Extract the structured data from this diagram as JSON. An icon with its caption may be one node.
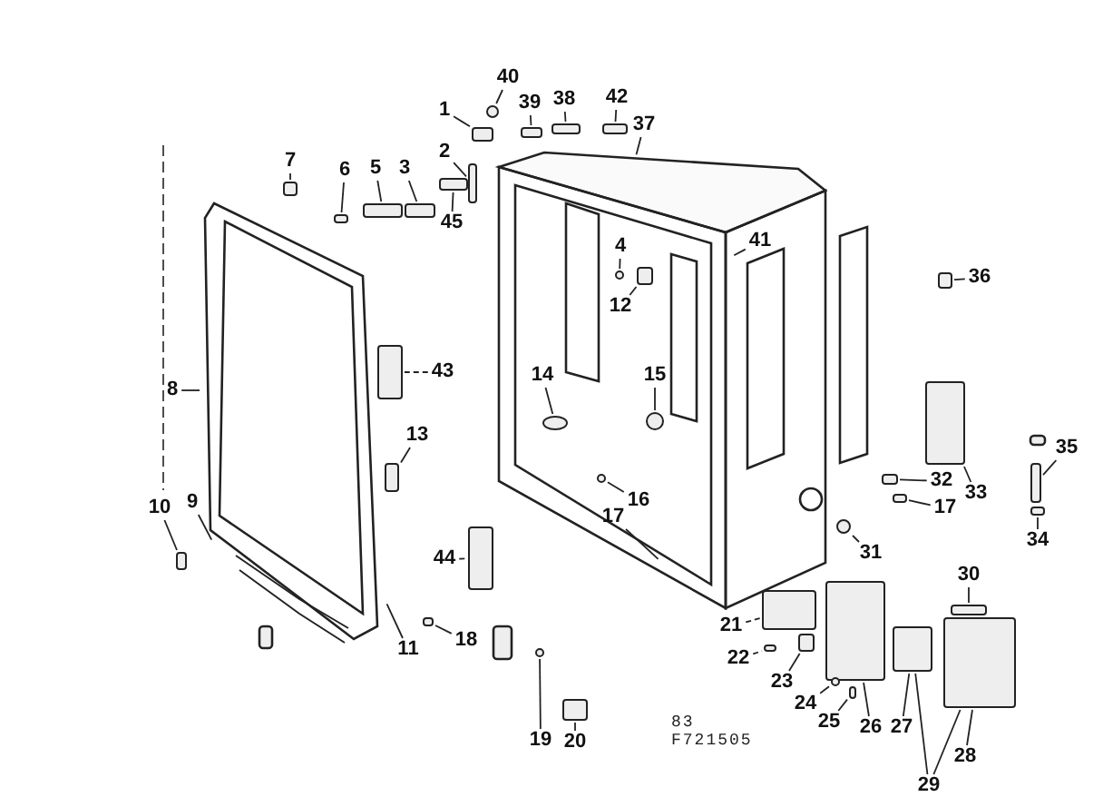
{
  "diagram": {
    "nodes": [
      {
        "text": [
          "40"
        ]
      },
      {
        "text": [
          "1"
        ]
      },
      {
        "text": [
          "39"
        ]
      },
      {
        "text": [
          "38"
        ]
      },
      {
        "text": [
          "42"
        ]
      },
      {
        "text": [
          "37"
        ]
      },
      {
        "text": [
          "2"
        ]
      },
      {
        "text": [
          "7"
        ]
      },
      {
        "text": [
          "6"
        ]
      },
      {
        "text": [
          "5"
        ]
      },
      {
        "text": [
          "3"
        ]
      },
      {
        "text": [
          "45"
        ]
      },
      {
        "text": [
          "41"
        ]
      },
      {
        "text": [
          "4"
        ]
      },
      {
        "text": [
          "36"
        ]
      },
      {
        "text": [
          "12"
        ]
      },
      {
        "text": [
          "43"
        ]
      },
      {
        "text": [
          "14"
        ]
      },
      {
        "text": [
          "15"
        ]
      },
      {
        "text": [
          "8"
        ]
      },
      {
        "text": [
          "13"
        ]
      },
      {
        "text": [
          "35"
        ]
      },
      {
        "text": [
          "33"
        ]
      },
      {
        "text": [
          "16"
        ]
      },
      {
        "text": [
          "9"
        ]
      },
      {
        "text": [
          "10"
        ]
      },
      {
        "text": [
          "17"
        ]
      },
      {
        "text": [
          "32"
        ]
      },
      {
        "text": [
          "17"
        ]
      },
      {
        "text": [
          "34"
        ]
      },
      {
        "text": [
          "31"
        ]
      },
      {
        "text": [
          "44"
        ]
      },
      {
        "text": [
          "30"
        ]
      },
      {
        "text": [
          "21"
        ]
      },
      {
        "text": [
          "11"
        ]
      },
      {
        "text": [
          "18"
        ]
      },
      {
        "text": [
          "22"
        ]
      },
      {
        "text": [
          "23"
        ]
      },
      {
        "text": [
          "24"
        ]
      },
      {
        "text": [
          "25"
        ]
      },
      {
        "text": [
          "26"
        ]
      },
      {
        "text": [
          "27"
        ]
      },
      {
        "text": [
          "28"
        ]
      },
      {
        "text": [
          "19"
        ]
      },
      {
        "text": [
          "20"
        ]
      },
      {
        "text": [
          "29"
        ]
      },
      {
        "text": [],
        "shape": "circle"
      },
      {
        "text": [],
        "shape": "box"
      },
      {
        "text": [],
        "shape": "box"
      },
      {
        "text": [],
        "shape": "box"
      },
      {
        "text": [],
        "shape": "box"
      },
      {
        "text": [],
        "shape": "box"
      },
      {
        "text": [],
        "shape": "box"
      },
      {
        "text": [],
        "shape": "box"
      },
      {
        "text": [],
        "shape": "box"
      },
      {
        "text": [],
        "shape": "box"
      },
      {
        "text": [],
        "shape": "box"
      },
      {
        "text": [],
        "shape": "circle"
      },
      {
        "text": [],
        "shape": "box"
      },
      {
        "text": [],
        "shape": "box"
      },
      {
        "text": [],
        "shape": "box"
      },
      {
        "text": [],
        "shape": "circle"
      },
      {
        "text": [],
        "shape": "circle"
      },
      {
        "text": [],
        "shape": "box"
      },
      {
        "text": [],
        "shape": "box"
      },
      {
        "text": [],
        "shape": "box"
      },
      {
        "text": [],
        "shape": "circle"
      },
      {
        "text": [],
        "shape": "box"
      },
      {
        "text": [],
        "shape": "box"
      },
      {
        "text": [],
        "shape": "box"
      },
      {
        "text": [],
        "shape": "box"
      },
      {
        "text": [],
        "shape": "circle"
      },
      {
        "text": [],
        "shape": "box"
      },
      {
        "text": [],
        "shape": "box"
      },
      {
        "text": [],
        "shape": "box"
      },
      {
        "text": [],
        "shape": "box"
      },
      {
        "text": [],
        "shape": "box"
      },
      {
        "text": [],
        "shape": "box"
      },
      {
        "text": [],
        "shape": "circle"
      },
      {
        "text": [],
        "shape": "box"
      },
      {
        "text": [],
        "shape": "box"
      },
      {
        "text": [],
        "shape": "box"
      },
      {
        "text": [],
        "shape": "box"
      },
      {
        "text": [],
        "shape": "circle"
      },
      {
        "text": [],
        "shape": "box"
      }
    ],
    "edges": [
      {
        "from": 0,
        "to": 46,
        "arrow": "none"
      },
      {
        "from": 1,
        "to": 47,
        "arrow": "none"
      },
      {
        "from": 2,
        "to": 48,
        "arrow": "none"
      },
      {
        "from": 3,
        "to": 49,
        "arrow": "none"
      },
      {
        "from": 4,
        "to": 50,
        "arrow": "none"
      },
      {
        "from": 5,
        "to": null,
        "arrow": "none"
      },
      {
        "from": 6,
        "to": 51,
        "arrow": "none"
      },
      {
        "from": 7,
        "to": 52,
        "arrow": "none"
      },
      {
        "from": 8,
        "to": 53,
        "arrow": "none"
      },
      {
        "from": 9,
        "to": 54,
        "arrow": "none"
      },
      {
        "from": 10,
        "to": 55,
        "arrow": "none"
      },
      {
        "from": 11,
        "to": 56,
        "arrow": "none"
      },
      {
        "from": 12,
        "to": null,
        "arrow": "none"
      },
      {
        "from": 13,
        "to": 57,
        "arrow": "none"
      },
      {
        "from": 14,
        "to": 58,
        "arrow": "none"
      },
      {
        "from": 15,
        "to": 59,
        "arrow": "none"
      },
      {
        "from": 16,
        "to": 60,
        "arrow": "none",
        "style": "dashed"
      },
      {
        "from": 17,
        "to": 61,
        "arrow": "none"
      },
      {
        "from": 18,
        "to": 62,
        "arrow": "none"
      },
      {
        "from": 19,
        "to": null,
        "arrow": "none"
      },
      {
        "from": 20,
        "to": 63,
        "arrow": "none"
      },
      {
        "from": 21,
        "to": 64,
        "arrow": "none"
      },
      {
        "from": 22,
        "to": 65,
        "arrow": "none"
      },
      {
        "from": 23,
        "to": 66,
        "arrow": "none"
      },
      {
        "from": 24,
        "to": null,
        "arrow": "none"
      },
      {
        "from": 25,
        "to": 67,
        "arrow": "none"
      },
      {
        "from": 26,
        "to": null,
        "arrow": "none"
      },
      {
        "from": 27,
        "to": 68,
        "arrow": "none"
      },
      {
        "from": 28,
        "to": 69,
        "arrow": "none"
      },
      {
        "from": 29,
        "to": 70,
        "arrow": "none"
      },
      {
        "from": 30,
        "to": 71,
        "arrow": "none"
      },
      {
        "from": 31,
        "to": 72,
        "arrow": "none",
        "style": "dashed"
      },
      {
        "from": 32,
        "to": 73,
        "arrow": "none"
      },
      {
        "from": 33,
        "to": 74,
        "arrow": "none",
        "style": "dashed"
      },
      {
        "from": 34,
        "to": null,
        "arrow": "none"
      },
      {
        "from": 35,
        "to": 75,
        "arrow": "none"
      },
      {
        "from": 36,
        "to": 76,
        "arrow": "none",
        "style": "dashed"
      },
      {
        "from": 37,
        "to": 80,
        "arrow": "none"
      },
      {
        "from": 38,
        "to": 78,
        "arrow": "none"
      },
      {
        "from": 39,
        "to": 79,
        "arrow": "none"
      },
      {
        "from": 40,
        "to": 77,
        "arrow": "none"
      },
      {
        "from": 41,
        "to": 81,
        "arrow": "none"
      },
      {
        "from": 42,
        "to": 82,
        "arrow": "none"
      },
      {
        "from": 43,
        "to": 83,
        "arrow": "none"
      },
      {
        "from": 44,
        "to": 84,
        "arrow": "none"
      },
      {
        "from": 45,
        "to": 81,
        "arrow": "none"
      },
      {
        "from": 45,
        "to": 82,
        "arrow": "none"
      }
    ],
    "labels": [
      "83",
      "F721505"
    ]
  }
}
